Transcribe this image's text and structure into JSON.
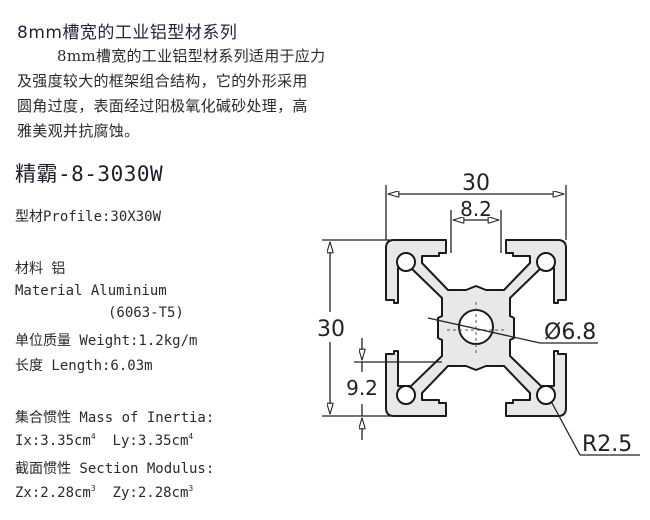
{
  "header": {
    "title": "8mm槽宽的工业铝型材系列"
  },
  "intro": {
    "lines": [
      "8mm槽宽的工业铝型材系列适用于应力",
      "及强度较大的框架组合结构，它的外形采用",
      "圆角过度，表面经过阳极氧化碱砂处理，高",
      "雅美观并抗腐蚀。"
    ]
  },
  "product": {
    "model": "精霸-8-3030W",
    "profile": "型材Profile:30X30W",
    "material_cn": "材料    铝",
    "material_en": "Material  Aluminium",
    "alloy": "(6063-T5)",
    "weight": "单位质量 Weight:1.2kg/m",
    "length": "长度 Length:6.03m",
    "inertia_label": "集合惯性 Mass of Inertia:",
    "ix": "Ix:3.35cm",
    "ix_exp": "4",
    "ly": "Ly:3.35cm",
    "ly_exp": "4",
    "modulus_label": "截面惯性 Section Modulus:",
    "zx": "Zx:2.28cm",
    "zx_exp": "3",
    "zy": "Zy:2.28cm",
    "zy_exp": "3"
  },
  "diagram": {
    "width_dim": "30",
    "slot_dim": "8.2",
    "height_dim": "30",
    "slot_depth_dim": "9.2",
    "center_hole_dim": "Ø6.8",
    "corner_radius_dim": "R2.5",
    "profile_fill": "#e6e8ea",
    "line_color": "#1a1a1a"
  }
}
